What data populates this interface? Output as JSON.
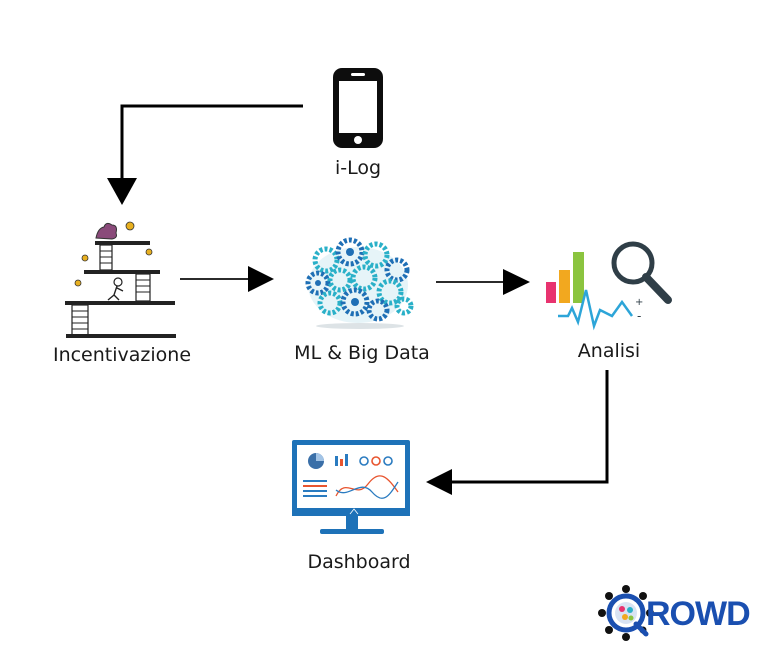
{
  "nodes": {
    "ilog": {
      "label": "i-Log",
      "icon": "smartphone-icon"
    },
    "incentivazione": {
      "label": "Incentivazione",
      "icon": "stairs-game-icon"
    },
    "ml": {
      "label": "ML & Big Data",
      "icon": "gear-brain-icon"
    },
    "analisi": {
      "label": "Analisi",
      "icon": "chart-magnifier-icon"
    },
    "dashboard": {
      "label": "Dashboard",
      "icon": "monitor-dashboard-icon"
    }
  },
  "edges": [
    {
      "from": "i-Log",
      "to": "Incentivazione"
    },
    {
      "from": "Incentivazione",
      "to": "ML & Big Data"
    },
    {
      "from": "ML & Big Data",
      "to": "Analisi"
    },
    {
      "from": "Analisi",
      "to": "Dashboard"
    }
  ],
  "logo": {
    "text": "ROWD",
    "icon": "qrowd-logo-icon"
  },
  "colors": {
    "brand_blue": "#1a4fb0",
    "arrow": "#000000",
    "gear_teal": "#2ab0c8",
    "gear_blue": "#1f6fb5",
    "screen_blue": "#1e72b8"
  }
}
